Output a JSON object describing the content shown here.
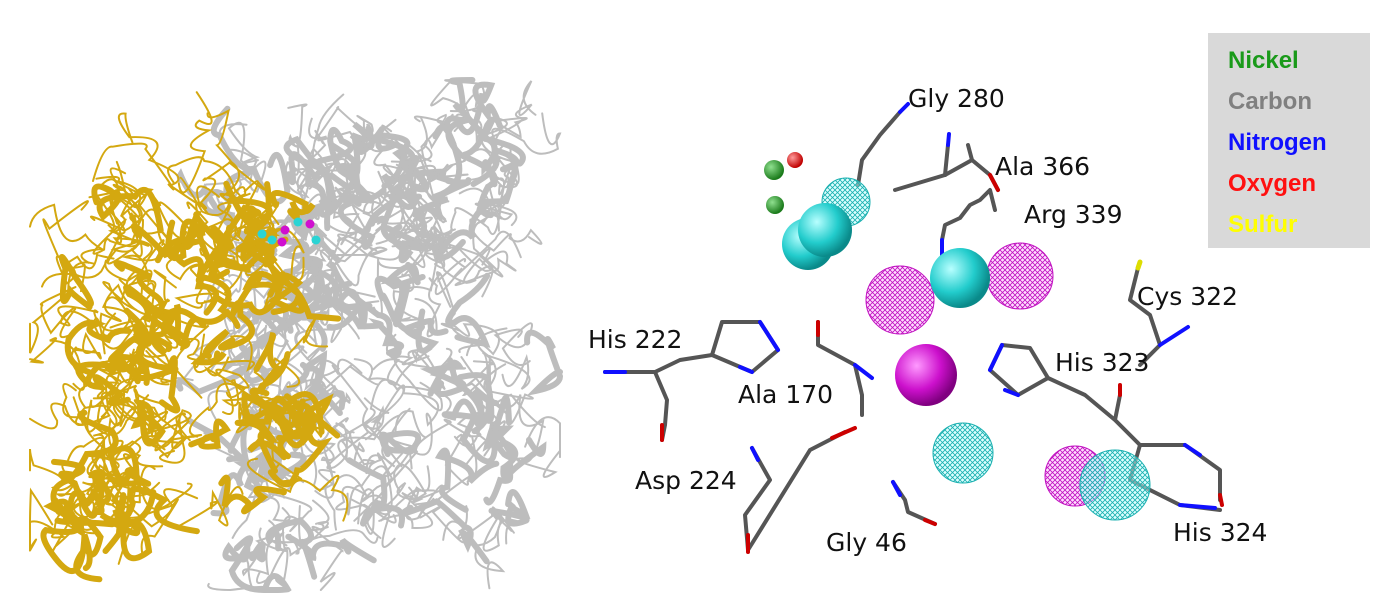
{
  "residues": {
    "gly280": "Gly 280",
    "ala366": "Ala 366",
    "arg339": "Arg 339",
    "cys322": "Cys 322",
    "his222": "His 222",
    "his323": "His 323",
    "ala170": "Ala 170",
    "asp224": "Asp 224",
    "gly46": "Gly 46",
    "his324": "His 324"
  },
  "legend": [
    {
      "label": "Nickel",
      "color": "#1a9a1a"
    },
    {
      "label": "Carbon",
      "color": "#808080"
    },
    {
      "label": "Nitrogen",
      "color": "#1010ff"
    },
    {
      "label": "Oxygen",
      "color": "#ff1010"
    },
    {
      "label": "Sulfur",
      "color": "#ffff00"
    }
  ],
  "colors": {
    "chain_a": "#d4a810",
    "chain_b": "#bdbdbd",
    "cyan": "#2ad4d4",
    "magenta": "#d010d0"
  }
}
